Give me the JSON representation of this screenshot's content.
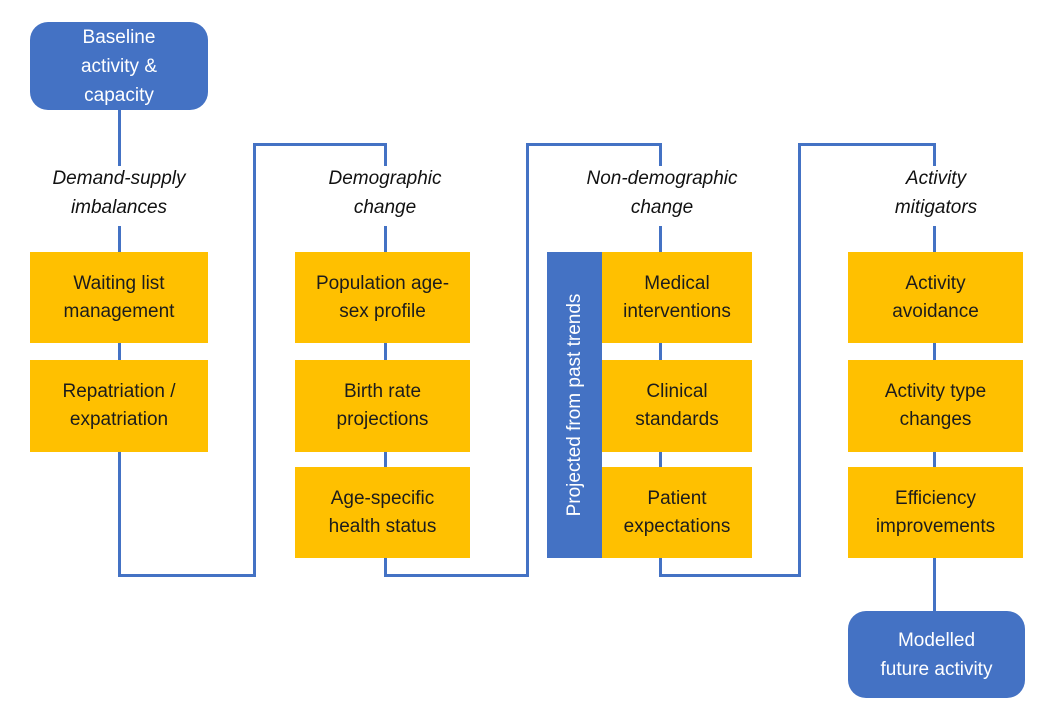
{
  "diagram": {
    "start_node": "Baseline activity & capacity",
    "end_node": "Modelled future activity",
    "side_label": "Projected from past trends",
    "columns": [
      {
        "header": "Demand-supply imbalances",
        "boxes": [
          "Waiting list management",
          "Repatriation / expatriation"
        ]
      },
      {
        "header": "Demographic change",
        "boxes": [
          "Population age-sex profile",
          "Birth rate projections",
          "Age-specific health status"
        ]
      },
      {
        "header": "Non-demographic change",
        "boxes": [
          "Medical interventions",
          "Clinical standards",
          "Patient expectations"
        ]
      },
      {
        "header": "Activity mitigators",
        "boxes": [
          "Activity avoidance",
          "Activity type changes",
          "Efficiency improvements"
        ]
      }
    ],
    "colors": {
      "node_blue": "#4472C4",
      "box_yellow": "#FFC000",
      "connector_blue": "#4472C4",
      "text_dark": "#1c1c1c",
      "text_light": "#FFFFFF"
    }
  }
}
